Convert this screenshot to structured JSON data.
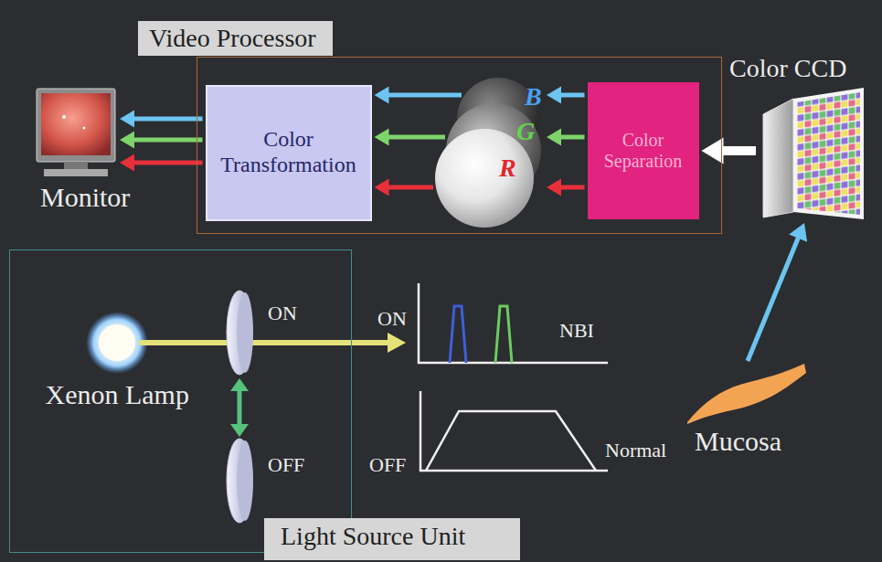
{
  "diagram": {
    "nodes": [
      {
        "text": [
          "Video Processor"
        ]
      },
      {
        "text": [
          "Color CCD"
        ]
      },
      {
        "text": [
          "Monitor"
        ]
      },
      {
        "text": [
          "Color Transformation"
        ],
        "in": 0
      },
      {
        "text": [
          "Color Separation"
        ],
        "in": 0
      },
      {
        "text": [
          "Light Source Unit"
        ]
      },
      {
        "text": [
          "Xenon Lamp"
        ],
        "in": 5
      },
      {
        "text": [
          "Mucosa"
        ]
      }
    ],
    "edges": [
      {
        "from": 1,
        "to": 4,
        "arrow": "to"
      },
      {
        "from": 4,
        "to": 3,
        "arrow": "to"
      },
      {
        "from": 4,
        "to": 3,
        "arrow": "to"
      },
      {
        "from": 4,
        "to": 3,
        "arrow": "to"
      },
      {
        "from": 3,
        "to": 2,
        "arrow": "to"
      },
      {
        "from": 3,
        "to": 2,
        "arrow": "to"
      },
      {
        "from": 3,
        "to": 2,
        "arrow": "to"
      },
      {
        "from": 7,
        "to": 1,
        "arrow": "to"
      }
    ],
    "labels": [
      "B",
      "G",
      "R",
      "ON",
      "ON",
      "NBI",
      "OFF",
      "OFF",
      "Normal"
    ]
  }
}
